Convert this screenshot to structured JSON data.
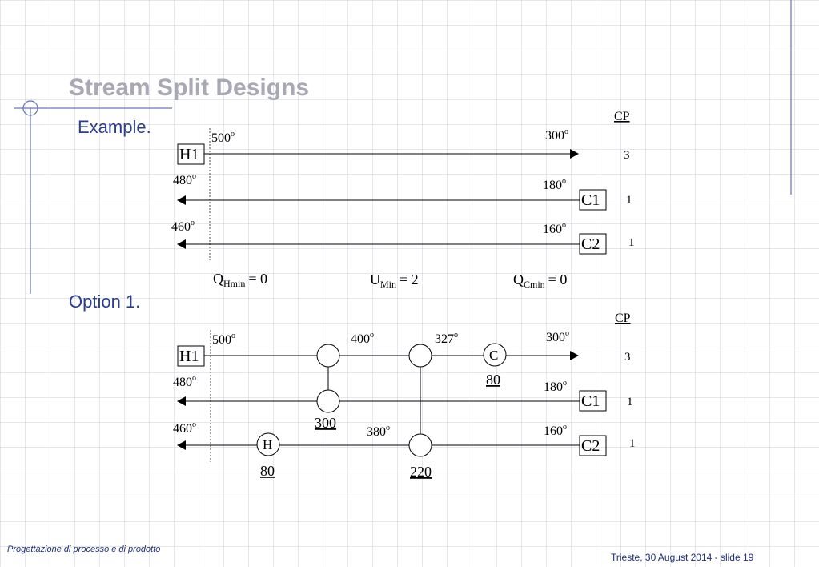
{
  "slide": {
    "title": "Stream Split Designs",
    "example_label": "Example.",
    "option_label": "Option 1.",
    "footer_left": "Progettazione di processo e di prodotto",
    "footer_right": "Trieste,  30 August 2014 - slide 19"
  },
  "colors": {
    "title": "#a9a9b6",
    "subtitle": "#2a3d8f",
    "footer": "#1f2f7a",
    "decoration": "#6a73b8"
  },
  "example": {
    "cp_header": "CP",
    "streams": [
      {
        "name": "H1",
        "start_temp": "500",
        "end_temp": "300",
        "cp": "3"
      },
      {
        "name": "C1",
        "start_temp": "180",
        "end_temp": "480",
        "cp": "1"
      },
      {
        "name": "C2",
        "start_temp": "160",
        "end_temp": "460",
        "cp": "1"
      }
    ],
    "targets": {
      "q_hmin": {
        "sym": "Q",
        "sub": "Hmin",
        "value": "= 0"
      },
      "u_min": {
        "sym": "U",
        "sub": "Min",
        "value": "= 2"
      },
      "q_cmin": {
        "sym": "Q",
        "sub": "Cmin",
        "value": "= 0"
      }
    }
  },
  "option1": {
    "cp_header": "CP",
    "streams": [
      {
        "name": "H1",
        "start_temp": "500",
        "end_temp": "300",
        "cp": "3"
      },
      {
        "name": "C1",
        "start_temp": "180",
        "end_temp": "480",
        "cp": "1"
      },
      {
        "name": "C2",
        "start_temp": "160",
        "end_temp": "460",
        "cp": "1"
      }
    ],
    "intermediate_temps": {
      "h1_after_ex1": "400",
      "h1_after_ex2": "327",
      "c2_after_ex2": "380"
    },
    "duties": {
      "exchanger_1": "300",
      "exchanger_2": "220",
      "cooler": "80",
      "heater": "80"
    },
    "cooler_label": "C",
    "heater_label": "H"
  },
  "degree_symbol": "o"
}
